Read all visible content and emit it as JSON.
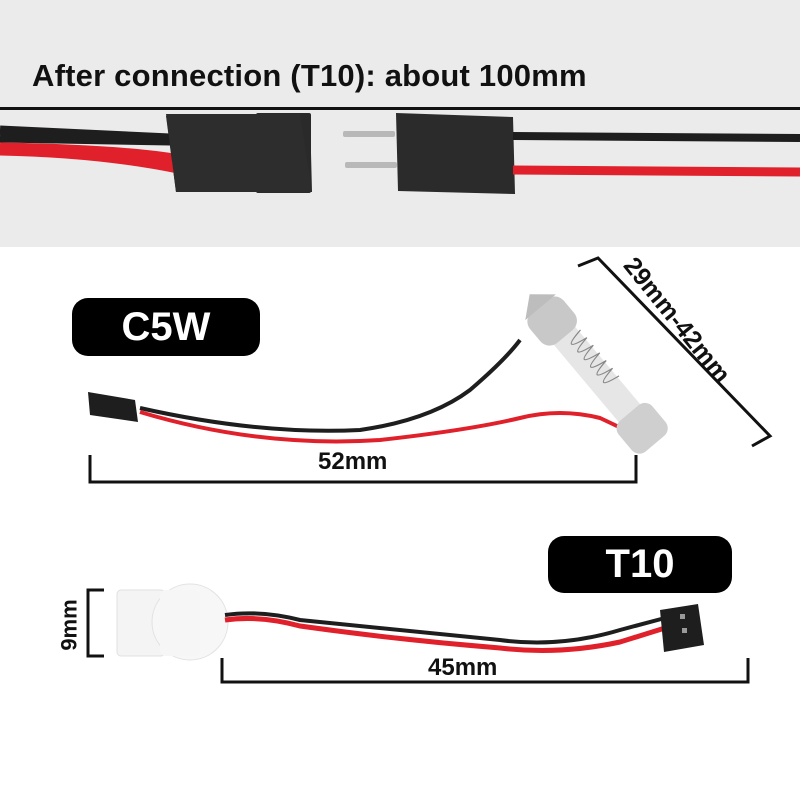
{
  "header": {
    "title": "After connection (T10): about 100mm"
  },
  "connector_photo": {
    "description": "Female and male 2-pin connectors with red and black wires"
  },
  "c5w": {
    "label": "C5W",
    "length_label": "52mm",
    "bulb_range_label": "29mm-42mm"
  },
  "t10": {
    "label": "T10",
    "length_label": "45mm",
    "height_label": "9mm"
  },
  "colors": {
    "background_top": "#ebebeb",
    "background_main": "#ffffff",
    "text": "#111111",
    "pill_bg": "#000000",
    "pill_text": "#ffffff",
    "wire_red": "#e0202a",
    "wire_black": "#1e1e1e",
    "connector_black": "#2b2b2b"
  }
}
